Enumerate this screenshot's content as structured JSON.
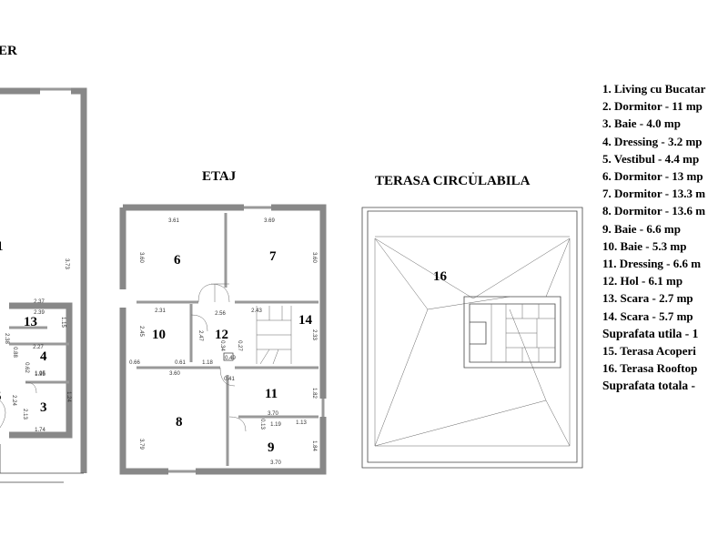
{
  "headings": {
    "ground_floor_fragment": "ER",
    "floor": "ETAJ",
    "terrace": "TERASA CIRCULABILA"
  },
  "room_labels": {
    "ground": [
      "1",
      "13",
      "4",
      "5",
      "3"
    ],
    "floor": [
      "6",
      "7",
      "10",
      "12",
      "14",
      "11",
      "8",
      "9"
    ],
    "terrace": [
      "16"
    ]
  },
  "dimensions": {
    "ground": [
      "3.73",
      "2.37",
      "2.39",
      "1.15",
      "2.38",
      "2.27",
      "0.88",
      "0.62",
      "1.95",
      "1.95",
      "1.24",
      "2.24",
      "2.13",
      "1.74"
    ],
    "floor": [
      "3.61",
      "3.69",
      "3.60",
      "3.60",
      "2.56",
      "2.31",
      "2.43",
      "2.45",
      "2.47",
      "2.33",
      "0.66",
      "0.61",
      "1.18",
      "0.49",
      "0.34",
      "0.27",
      "0.41",
      "3.60",
      "3.70",
      "1.82",
      "3.79",
      "1.13",
      "1.19",
      "0.13",
      "1.84",
      "3.70"
    ]
  },
  "legend": [
    "1. Living cu Bucatar",
    "2. Dormitor -  11 mp",
    "3. Baie - 4.0 mp",
    "4. Dressing - 3.2 mp",
    "5. Vestibul - 4.4 mp",
    "6. Dormitor - 13 mp",
    "7. Dormitor - 13.3 m",
    "8. Dormitor - 13.6 m",
    "9. Baie - 6.6 mp",
    "10. Baie - 5.3 mp",
    "11. Dressing - 6.6 m",
    "12. Hol - 6.1 mp",
    "13. Scara - 2.7 mp",
    "14. Scara - 5.7 mp",
    "Suprafata utila - 1",
    "15. Terasa Acoperi",
    "16. Terasa Rooftop",
    "Suprafata totala -"
  ],
  "colors": {
    "wall": "#888888",
    "text": "#000000"
  }
}
